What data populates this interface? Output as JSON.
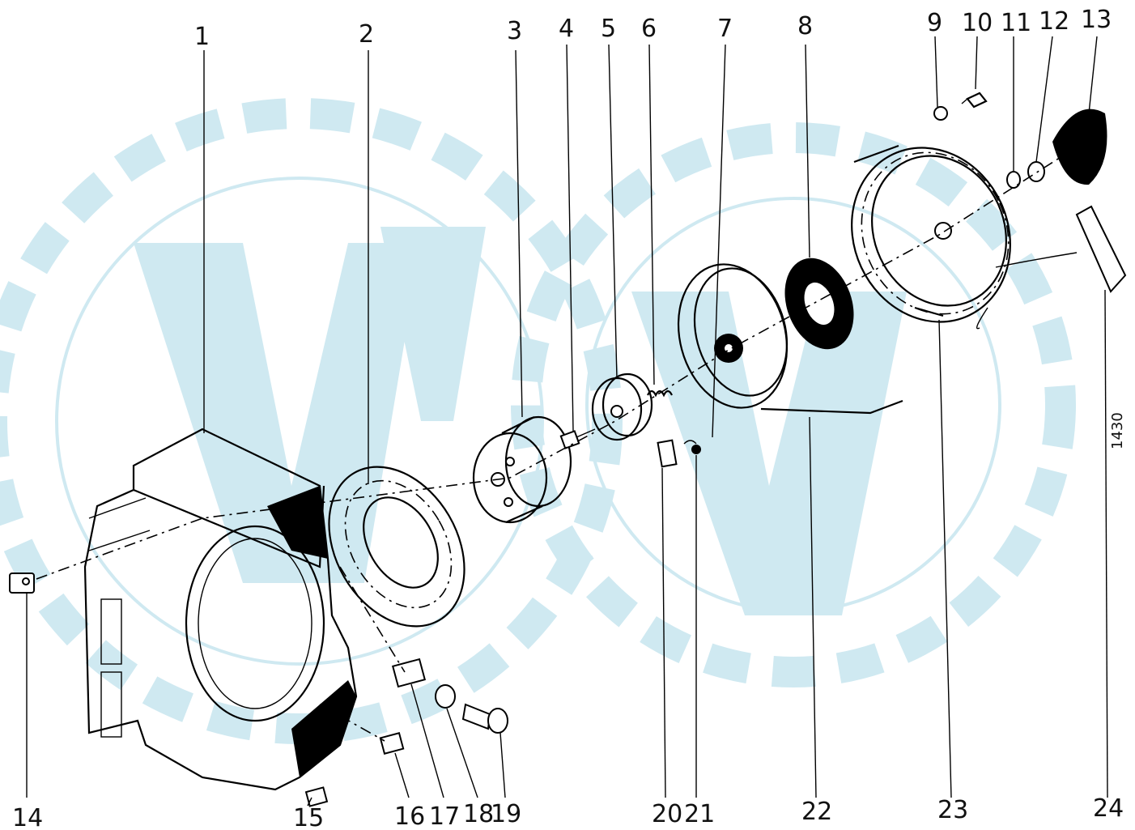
{
  "callouts": {
    "c1": "1",
    "c2": "2",
    "c3": "3",
    "c4": "4",
    "c5": "5",
    "c6": "6",
    "c7": "7",
    "c8": "8",
    "c9": "9",
    "c10": "10",
    "c11": "11",
    "c12": "12",
    "c13": "13",
    "c14": "14",
    "c15": "15",
    "c16": "16",
    "c17": "17",
    "c18": "18",
    "c19": "19",
    "c20": "20",
    "c21": "21",
    "c22": "22",
    "c23": "23",
    "c24": "24"
  },
  "figure_id": "1430",
  "watermark": {
    "color": "#cfe9f1"
  }
}
